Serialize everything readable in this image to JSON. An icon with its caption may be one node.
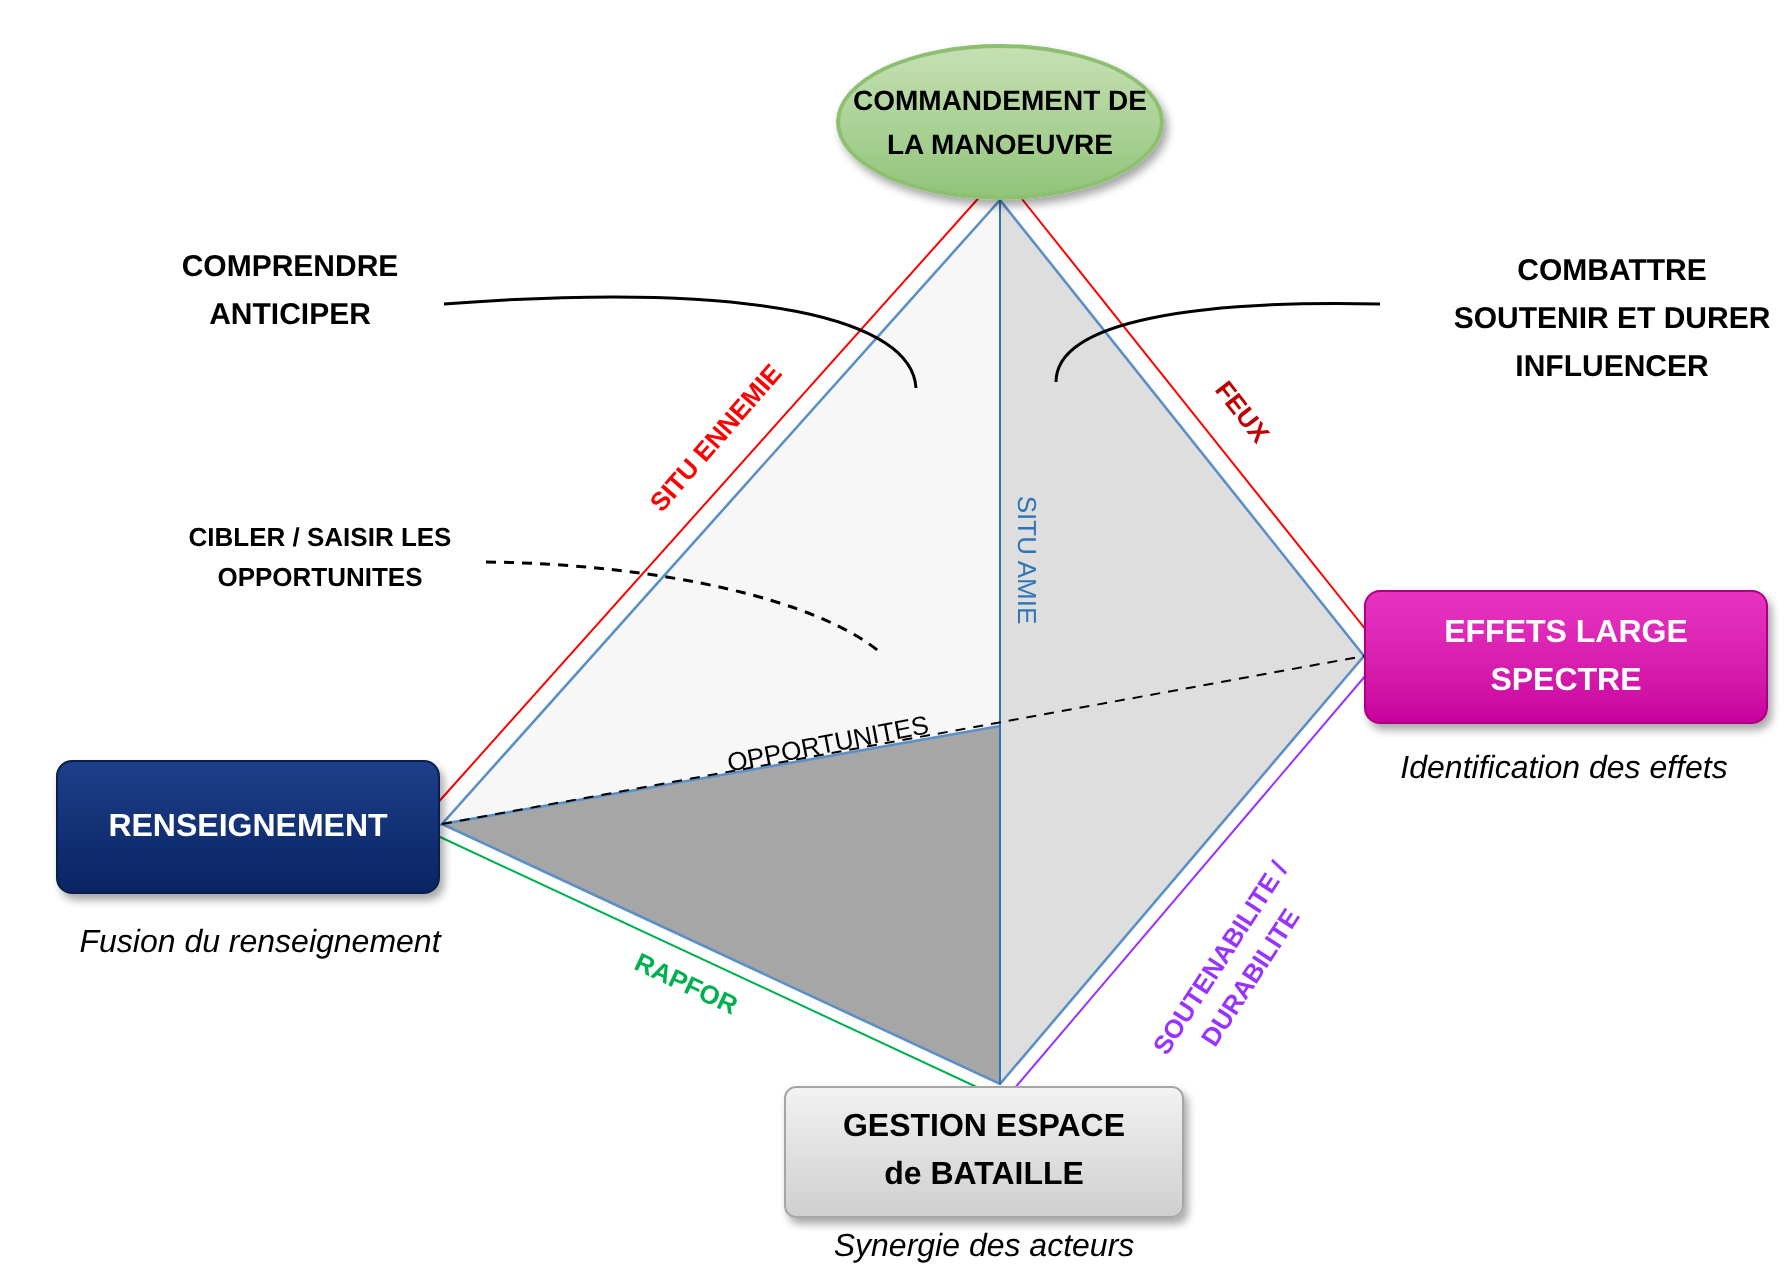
{
  "diagram": {
    "nodes": [
      {
        "text": [
          "COMMANDEMENT DE LA MANOEUVRE"
        ]
      },
      {
        "text": [
          "RENSEIGNEMENT"
        ],
        "beside": [
          "Fusion du renseignement"
        ]
      },
      {
        "text": [
          "EFFETS LARGE SPECTRE"
        ],
        "beside": [
          "Identification des effets"
        ]
      },
      {
        "text": [
          "GESTION ESPACE de BATAILLE"
        ],
        "beside": [
          "Synergie des acteurs"
        ]
      },
      {
        "text": [
          "COMPRENDRE ANTICIPER"
        ]
      },
      {
        "text": [
          "COMBATTRE SOUTENIR ET DURER INFLUENCER"
        ]
      },
      {
        "text": [
          "CIBLER / SAISIR LES OPPORTUNITES"
        ]
      }
    ],
    "edges": [
      {
        "from": 0,
        "to": 1,
        "arrow": "none",
        "label": "SITU ENNEMIE",
        "color": "#ff0000"
      },
      {
        "from": 0,
        "to": 2,
        "arrow": "none",
        "label": "FEUX",
        "color": "#ff0000"
      },
      {
        "from": 0,
        "to": 3,
        "arrow": "none",
        "label": "SITU AMIE",
        "color": "#2e75b6"
      },
      {
        "from": 1,
        "to": 3,
        "arrow": "none",
        "label": "RAPFOR",
        "color": "#00b050"
      },
      {
        "from": 2,
        "to": 3,
        "arrow": "none",
        "label": "SOUTENABILITE / DURABILITE",
        "color": "#9933ff"
      },
      {
        "from": 1,
        "to": 2,
        "arrow": "none",
        "label": "OPPORTUNITES",
        "style": "dashed"
      },
      {
        "from": 4,
        "to": null,
        "arrow": "none"
      },
      {
        "from": 5,
        "to": null,
        "arrow": "none"
      },
      {
        "from": 6,
        "to": null,
        "arrow": "none",
        "style": "dashed"
      }
    ]
  }
}
